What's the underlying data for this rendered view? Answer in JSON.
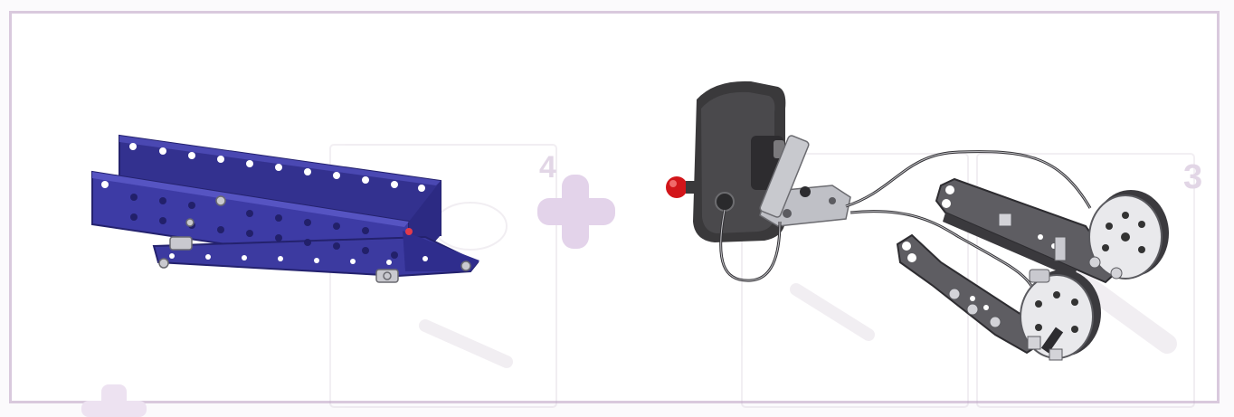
{
  "background_step_numbers": [
    "4",
    "3"
  ],
  "icons": [
    "blue-plate-assembly",
    "plus-icon",
    "battery-box-with-red-switch",
    "wired-motor-wheel-assembly"
  ],
  "colors": {
    "frame_border": "#d9c9dd",
    "plus_sign": "#e3d3ea",
    "plate_blue": "#3c3aa0",
    "plate_blue_dark": "#2a2880",
    "battery_dark": "#3a393b",
    "switch_red": "#d2151a",
    "wheel_light": "#e9e9ec",
    "metal_gray": "#5e5d62"
  }
}
